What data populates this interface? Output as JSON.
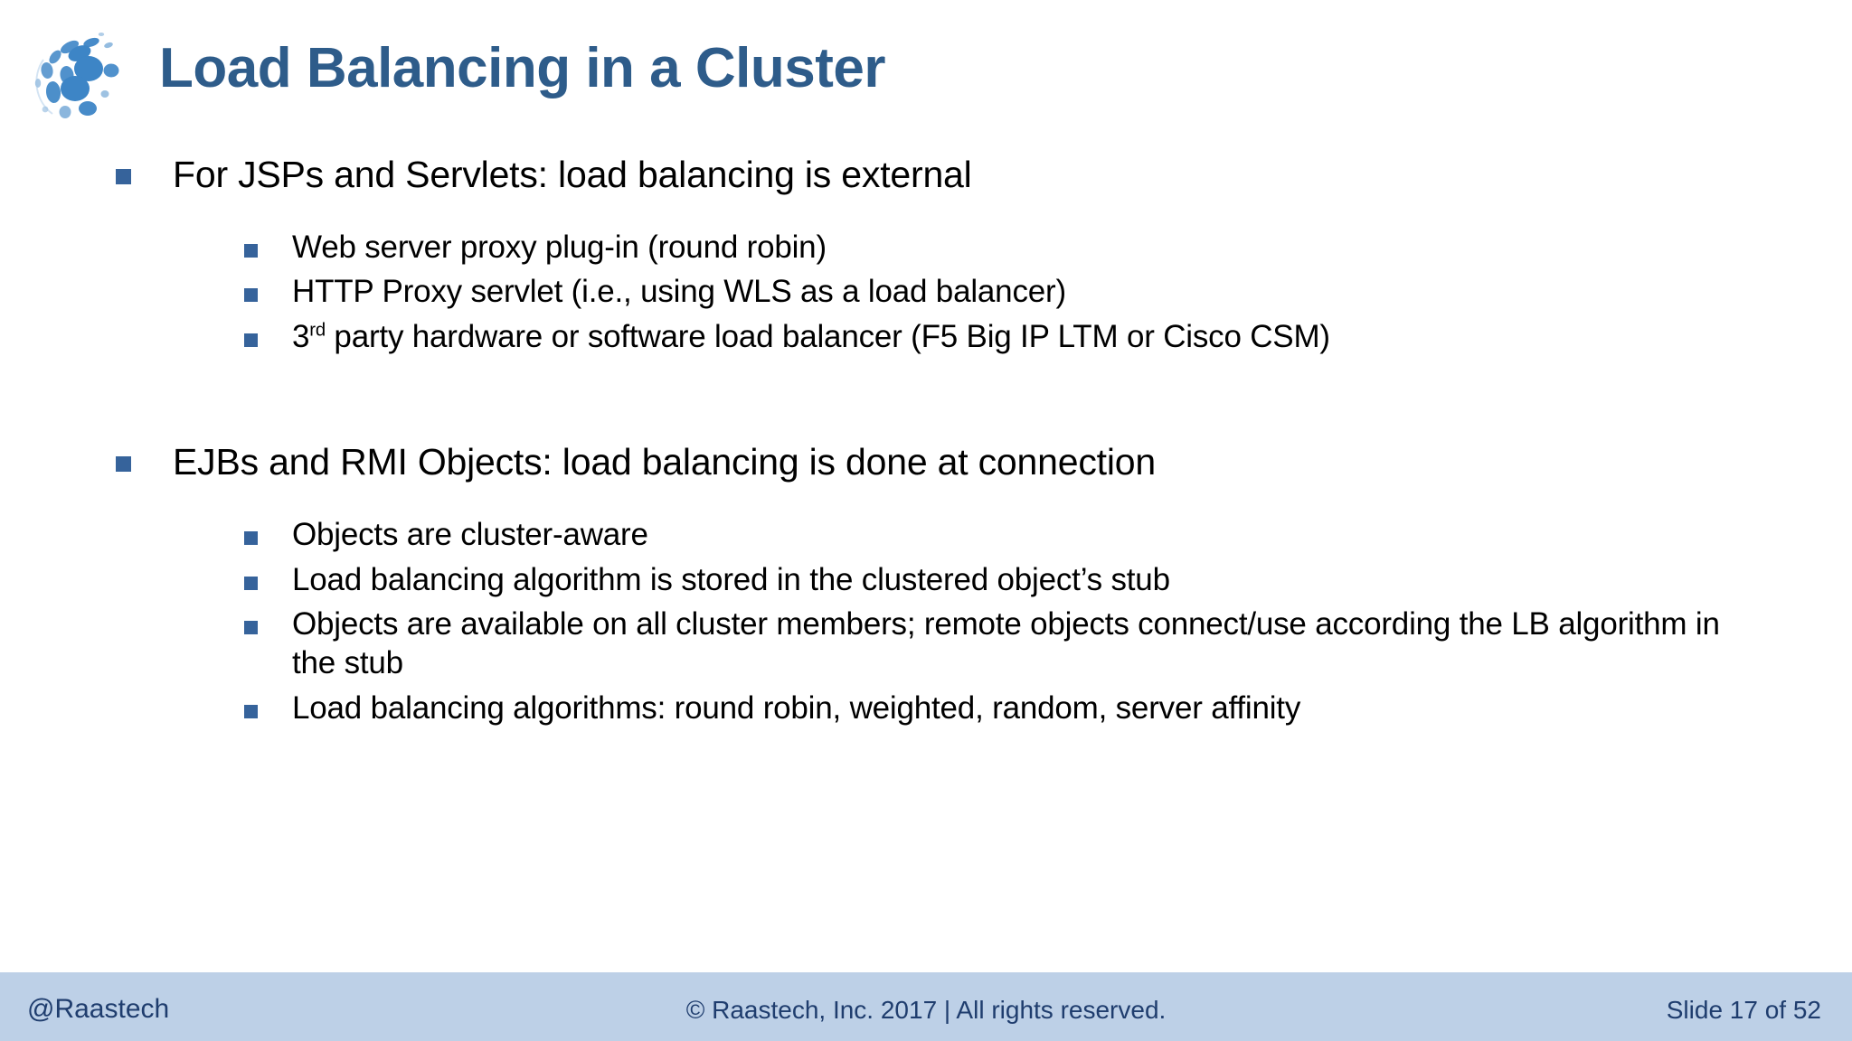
{
  "header": {
    "logo_icon": "raastech-globe-dots-logo",
    "title": "Load Balancing in a Cluster",
    "title_color": "#2e5c8a"
  },
  "theme": {
    "accent": "#2e5c8a",
    "bullet_marker": "#36639b",
    "footer_bg": "#bdd0e7",
    "footer_text": "#1f3d6e",
    "body_text": "#000000",
    "slide_bg": "#ffffff"
  },
  "content": {
    "groups": [
      {
        "lead": "For JSPs and Servlets: load balancing is external",
        "sub": [
          {
            "text": "Web server proxy plug-in (round robin)"
          },
          {
            "text": "HTTP Proxy servlet (i.e., using WLS as a load balancer)"
          },
          {
            "prefix": "3",
            "sup": "rd",
            "text": " party hardware or software load balancer (F5 Big IP LTM or Cisco CSM)"
          }
        ]
      },
      {
        "lead": "EJBs and RMI Objects: load balancing is done at connection",
        "sub": [
          {
            "text": "Objects are cluster-aware"
          },
          {
            "text": "Load balancing algorithm is stored in the clustered object’s stub"
          },
          {
            "text": "Objects are available on all cluster members; remote objects connect/use according the LB algorithm in the stub"
          },
          {
            "text": "Load balancing algorithms: round robin, weighted, random, server affinity"
          }
        ]
      }
    ]
  },
  "footer": {
    "handle": "@Raastech",
    "copyright": "© Raastech, Inc. 2017  |  All rights reserved.",
    "slide_number": "Slide 17 of 52"
  }
}
